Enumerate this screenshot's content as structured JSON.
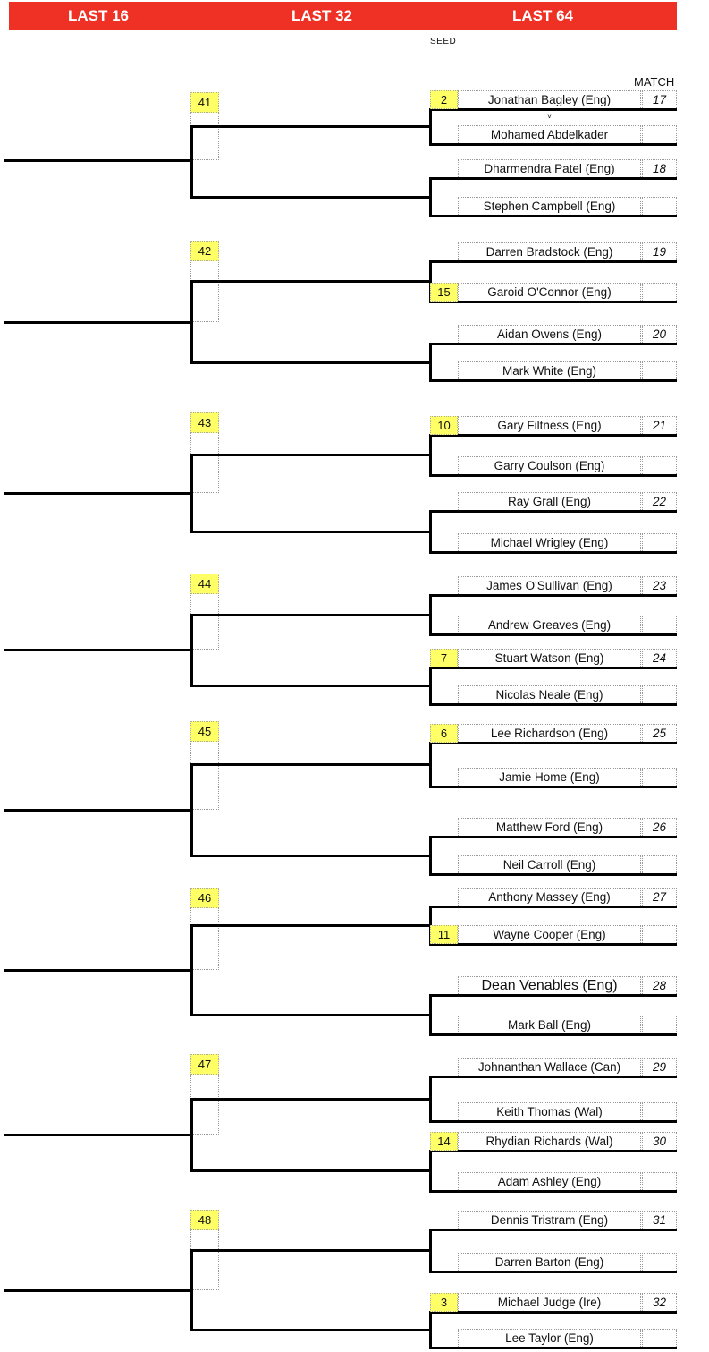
{
  "header": {
    "columns": [
      "LAST 16",
      "LAST 32",
      "LAST 64"
    ]
  },
  "labels": {
    "seed": "SEED",
    "match": "MATCH",
    "versus": "v"
  },
  "colors": {
    "header_red": "#EE3124",
    "seed_yellow": "#FFFF66",
    "line_black": "#000000",
    "dotted_gray": "#999999"
  },
  "bracket": {
    "groups": [
      {
        "tie_no": "41",
        "matches": [
          {
            "no": "17",
            "p1": {
              "seed": "2",
              "name": "Jonathan Bagley (Eng)"
            },
            "p2": {
              "seed": "",
              "name": "Mohamed Abdelkader"
            }
          },
          {
            "no": "18",
            "p1": {
              "seed": "",
              "name": "Dharmendra Patel (Eng)"
            },
            "p2": {
              "seed": "",
              "name": "Stephen Campbell (Eng)"
            }
          }
        ]
      },
      {
        "tie_no": "42",
        "matches": [
          {
            "no": "19",
            "p1": {
              "seed": "",
              "name": "Darren Bradstock (Eng)"
            },
            "p2": {
              "seed": "15",
              "name": "Garoid O'Connor (Eng)"
            }
          },
          {
            "no": "20",
            "p1": {
              "seed": "",
              "name": "Aidan Owens (Eng)"
            },
            "p2": {
              "seed": "",
              "name": "Mark White (Eng)"
            }
          }
        ]
      },
      {
        "tie_no": "43",
        "matches": [
          {
            "no": "21",
            "p1": {
              "seed": "10",
              "name": "Gary Filtness (Eng)"
            },
            "p2": {
              "seed": "",
              "name": "Garry Coulson (Eng)"
            }
          },
          {
            "no": "22",
            "p1": {
              "seed": "",
              "name": "Ray Grall (Eng)"
            },
            "p2": {
              "seed": "",
              "name": "Michael Wrigley (Eng)"
            }
          }
        ]
      },
      {
        "tie_no": "44",
        "matches": [
          {
            "no": "23",
            "p1": {
              "seed": "",
              "name": "James O'Sullivan (Eng)"
            },
            "p2": {
              "seed": "",
              "name": "Andrew Greaves (Eng)"
            }
          },
          {
            "no": "24",
            "p1": {
              "seed": "7",
              "name": "Stuart Watson (Eng)"
            },
            "p2": {
              "seed": "",
              "name": "Nicolas Neale (Eng)"
            }
          }
        ]
      },
      {
        "tie_no": "45",
        "matches": [
          {
            "no": "25",
            "p1": {
              "seed": "6",
              "name": "Lee Richardson (Eng)"
            },
            "p2": {
              "seed": "",
              "name": "Jamie Home (Eng)"
            }
          },
          {
            "no": "26",
            "p1": {
              "seed": "",
              "name": "Matthew Ford (Eng)"
            },
            "p2": {
              "seed": "",
              "name": "Neil Carroll (Eng)"
            }
          }
        ]
      },
      {
        "tie_no": "46",
        "matches": [
          {
            "no": "27",
            "p1": {
              "seed": "",
              "name": "Anthony Massey (Eng)"
            },
            "p2": {
              "seed": "11",
              "name": "Wayne Cooper (Eng)"
            }
          },
          {
            "no": "28",
            "p1": {
              "seed": "",
              "name": "Dean Venables (Eng)"
            },
            "p2": {
              "seed": "",
              "name": "Mark Ball (Eng)"
            }
          }
        ]
      },
      {
        "tie_no": "47",
        "matches": [
          {
            "no": "29",
            "p1": {
              "seed": "",
              "name": "Johnanthan Wallace (Can)"
            },
            "p2": {
              "seed": "",
              "name": "Keith Thomas (Wal)"
            }
          },
          {
            "no": "30",
            "p1": {
              "seed": "14",
              "name": "Rhydian Richards (Wal)"
            },
            "p2": {
              "seed": "",
              "name": "Adam Ashley (Eng)"
            }
          }
        ]
      },
      {
        "tie_no": "48",
        "matches": [
          {
            "no": "31",
            "p1": {
              "seed": "",
              "name": "Dennis Tristram (Eng)"
            },
            "p2": {
              "seed": "",
              "name": "Darren Barton (Eng)"
            }
          },
          {
            "no": "32",
            "p1": {
              "seed": "3",
              "name": "Michael Judge (Ire)"
            },
            "p2": {
              "seed": "",
              "name": "Lee Taylor (Eng)"
            }
          }
        ]
      }
    ]
  }
}
